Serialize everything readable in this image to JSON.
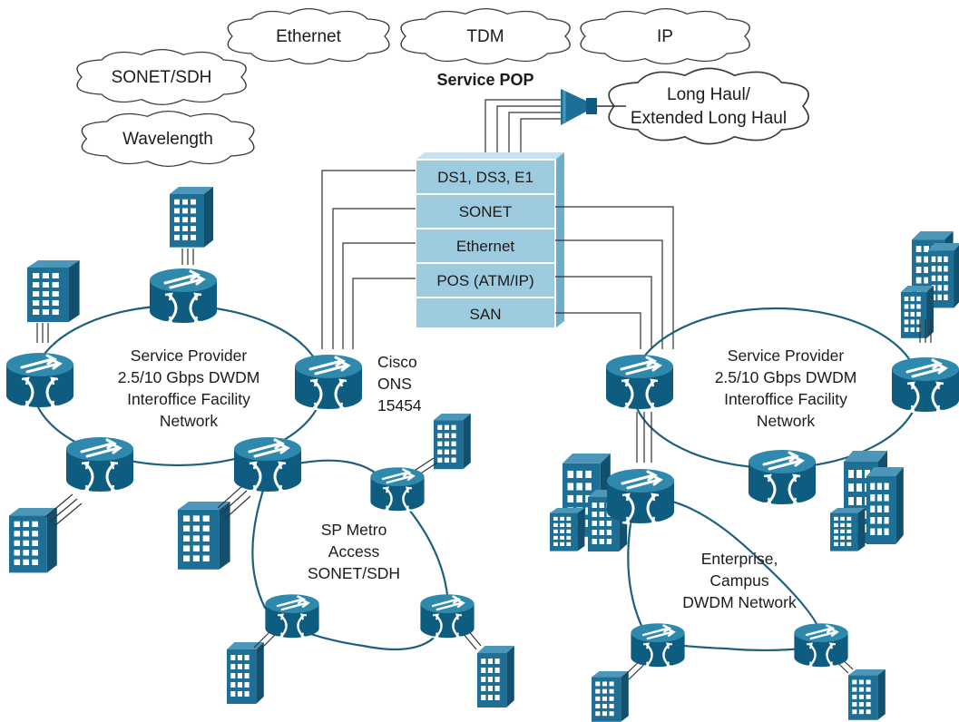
{
  "clouds": {
    "ethernet": "Ethernet",
    "tdm": "TDM",
    "ip": "IP",
    "sonet_sdh": "SONET/SDH",
    "wavelength": "Wavelength",
    "long_haul_1": "Long Haul/",
    "long_haul_2": "Extended Long Haul"
  },
  "service_pop": {
    "title": "Service POP",
    "layers": [
      "DS1, DS3, E1",
      "SONET",
      "Ethernet",
      "POS (ATM/IP)",
      "SAN"
    ]
  },
  "networks": {
    "left_ring": [
      "Service Provider",
      "2.5/10 Gbps DWDM",
      "Interoffice Facility",
      "Network"
    ],
    "right_ring": [
      "Service Provider",
      "2.5/10 Gbps DWDM",
      "Interoffice Facility",
      "Network"
    ],
    "metro_ring": [
      "SP Metro",
      "Access",
      "SONET/SDH"
    ],
    "enterprise_ring": [
      "Enterprise,",
      "Campus",
      "DWDM Network"
    ],
    "cisco_ons": [
      "Cisco",
      "ONS",
      "15454"
    ]
  },
  "colors": {
    "device_teal": "#0e5c80",
    "device_top": "#2b84a8",
    "stack_fill": "#9ccbe0",
    "building": "#1e6f95",
    "ring_line": "#1d5f7e"
  }
}
